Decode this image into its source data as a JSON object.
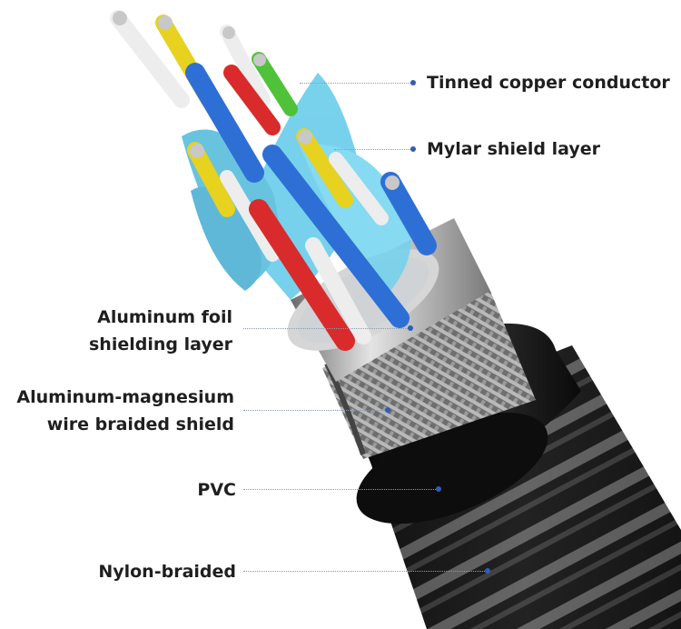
{
  "colors": {
    "pointer_dot": "#2f5db8",
    "label_text": "#1f1f1f",
    "wire_blue": "#2e6fd6",
    "wire_red": "#d92b2b",
    "wire_yellow": "#e6d21f",
    "wire_green": "#4fc23a",
    "wire_white": "#ededed",
    "mylar_cyan": "#5bc8e8"
  },
  "labels": {
    "tinned_copper": "Tinned copper conductor",
    "mylar": "Mylar shield layer",
    "aluminum_foil_line1": "Aluminum foil",
    "aluminum_foil_line2": "shielding layer",
    "al_mg_line1": "Aluminum-magnesium",
    "al_mg_line2": "wire braided shield",
    "pvc": "PVC",
    "nylon": "Nylon-braided"
  }
}
